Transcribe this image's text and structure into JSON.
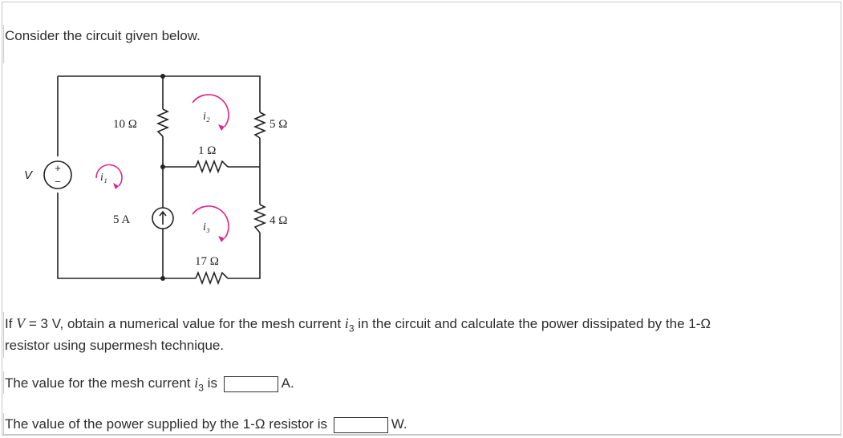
{
  "intro": "Consider the circuit given below.",
  "question": {
    "line1_a": "If ",
    "line1_var": "V",
    "line1_b": " = 3 V, obtain a numerical value for the mesh current ",
    "line1_i": "i",
    "line1_sub": "3",
    "line1_c": " in the circuit and calculate the power dissipated by the 1-Ω",
    "line2": "resistor using supermesh technique."
  },
  "answer1": {
    "prefix": "The value for the mesh current ",
    "var": "i",
    "sub": "3",
    "suffix": " is",
    "unit": "A.",
    "value": ""
  },
  "answer2": {
    "prefix": "The value of the power supplied by the 1-Ω resistor  is",
    "unit": "W.",
    "value": ""
  },
  "circuit": {
    "source_v": "V",
    "r10": "10 Ω",
    "r5": "5 Ω",
    "r1": "1 Ω",
    "r4": "4 Ω",
    "r17": "17 Ω",
    "isrc": "5 A",
    "mesh1": "i₁",
    "mesh2": "i₂",
    "mesh3": "i₃",
    "plus": "+",
    "minus": "−"
  },
  "colors": {
    "mesh_arrow": "#e0218a",
    "wire": "#222222"
  }
}
